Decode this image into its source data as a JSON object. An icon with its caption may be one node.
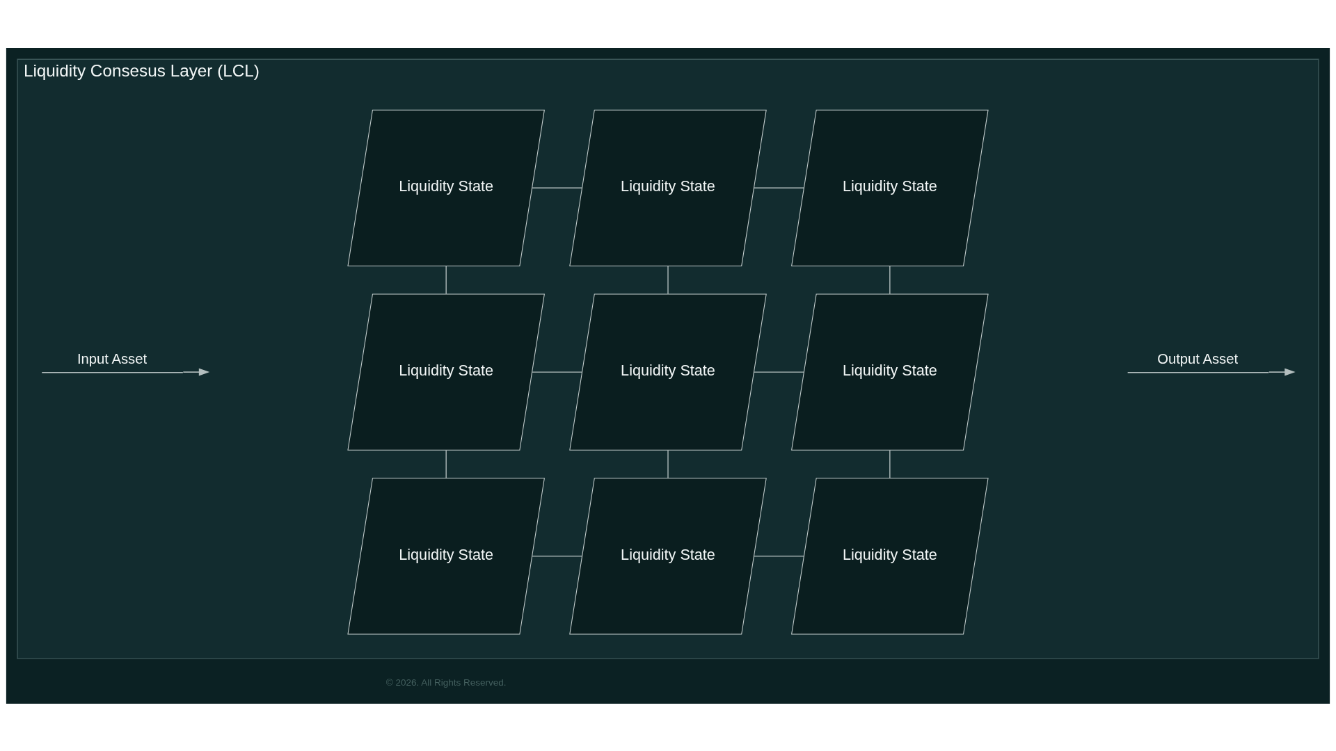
{
  "diagram": {
    "nodes": [
      {
        "text": [
          "Liquidity Consesus Layer (LCL)"
        ]
      },
      {
        "text": [
          "Liquidity State"
        ],
        "in": 0
      },
      {
        "text": [
          "Liquidity State"
        ],
        "in": 0
      },
      {
        "text": [
          "Liquidity State"
        ],
        "in": 0
      },
      {
        "text": [
          "Liquidity State"
        ],
        "in": 0
      },
      {
        "text": [
          "Liquidity State"
        ],
        "in": 0
      },
      {
        "text": [
          "Liquidity State"
        ],
        "in": 0
      },
      {
        "text": [
          "Liquidity State"
        ],
        "in": 0
      },
      {
        "text": [
          "Liquidity State"
        ],
        "in": 0
      },
      {
        "text": [
          "Liquidity State"
        ],
        "in": 0
      }
    ],
    "edges": [
      {
        "from": 1,
        "to": 2,
        "arrow": "none"
      },
      {
        "from": 2,
        "to": 3,
        "arrow": "none"
      },
      {
        "from": 1,
        "to": 4,
        "arrow": "none"
      },
      {
        "from": 2,
        "to": 5,
        "arrow": "none"
      },
      {
        "from": 3,
        "to": 6,
        "arrow": "none"
      },
      {
        "from": 4,
        "to": 5,
        "arrow": "none"
      },
      {
        "from": 5,
        "to": 6,
        "arrow": "none"
      },
      {
        "from": 4,
        "to": 7,
        "arrow": "none"
      },
      {
        "from": 5,
        "to": 8,
        "arrow": "none"
      },
      {
        "from": 6,
        "to": 9,
        "arrow": "none"
      },
      {
        "from": 7,
        "to": 8,
        "arrow": "none"
      },
      {
        "from": 8,
        "to": 9,
        "arrow": "none"
      }
    ],
    "labels": [
      "Input Asset",
      "Output Asset",
      "© 2026. All Rights Reserved."
    ]
  }
}
